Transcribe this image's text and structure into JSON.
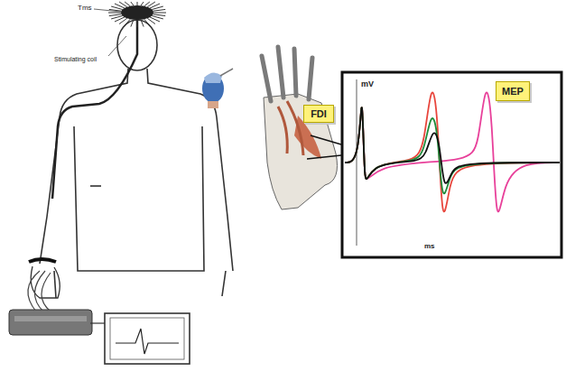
{
  "diagram": {
    "nodes": [
      {
        "text": [
          "FDI"
        ]
      },
      {
        "text": [
          "MEP"
        ]
      }
    ],
    "labels": [
      "Tms",
      "Stimulating coil",
      "mV",
      "ms"
    ]
  }
}
